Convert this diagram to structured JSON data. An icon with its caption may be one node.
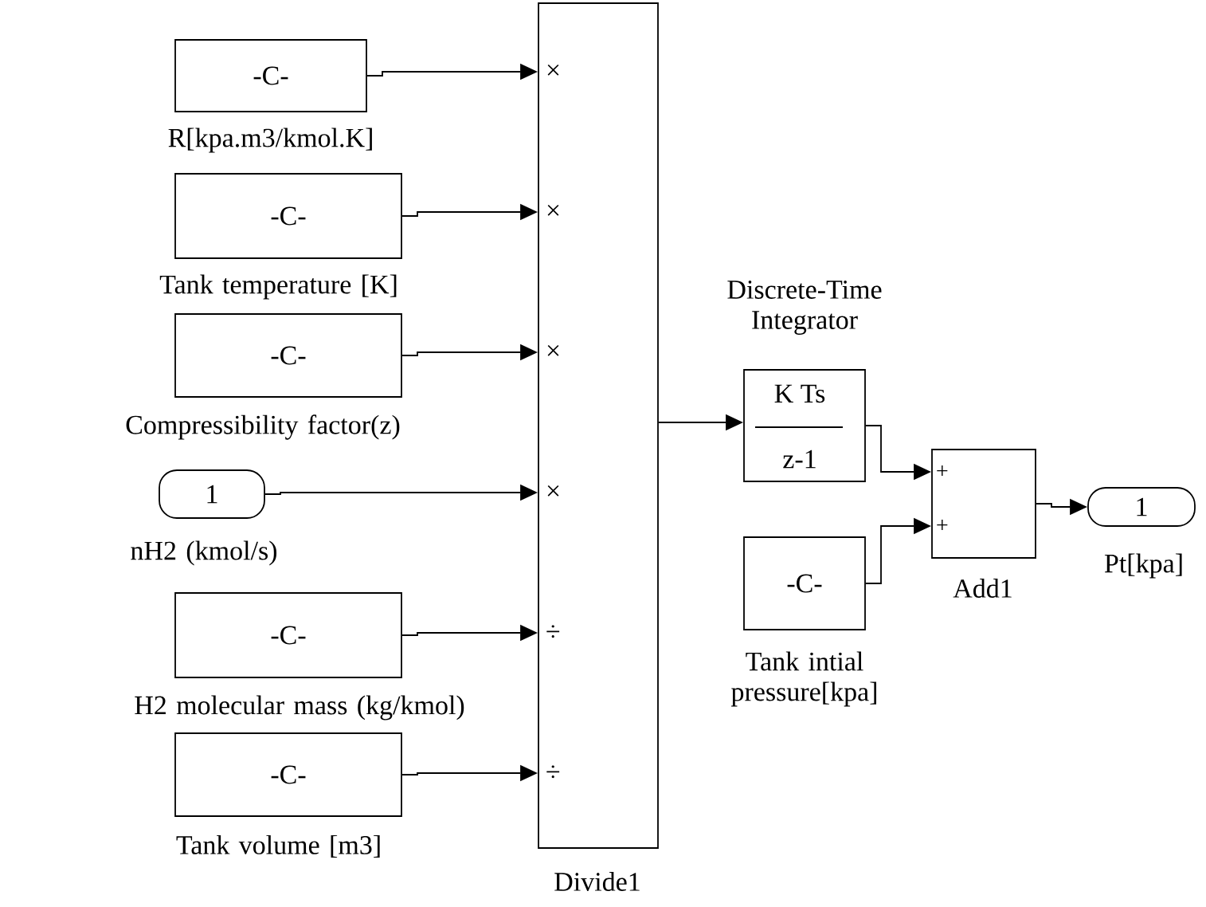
{
  "diagram": {
    "nodes": [
      {
        "text": [
          "-C-"
        ],
        "beside": [
          "R[kpa.m3/kmol.K]"
        ]
      },
      {
        "text": [
          "-C-"
        ],
        "beside": [
          "Tank temperature [K]"
        ]
      },
      {
        "text": [
          "-C-"
        ],
        "beside": [
          "Compressibility factor(z)"
        ]
      },
      {
        "text": [
          "1"
        ],
        "beside": [
          "nH2 (kmol/s)"
        ]
      },
      {
        "text": [
          "-C-"
        ],
        "beside": [
          "H2 molecular mass (kg/kmol)"
        ]
      },
      {
        "text": [
          "-C-"
        ],
        "beside": [
          "Tank volume [m3]"
        ]
      },
      {
        "text": [
          "×",
          "×",
          "×",
          "×",
          "÷",
          "÷"
        ],
        "beside": [
          "Divide1"
        ]
      },
      {
        "text": [
          "K Ts",
          "z-1"
        ],
        "beside": [
          "Discrete-Time Integrator"
        ]
      },
      {
        "text": [
          "-C-"
        ],
        "beside": [
          "Tank intial pressure[kpa]"
        ]
      },
      {
        "text": [
          "+",
          "+"
        ],
        "beside": [
          "Add1"
        ]
      },
      {
        "text": [
          "1"
        ],
        "beside": [
          "Pt[kpa]"
        ]
      }
    ],
    "edges": [
      {
        "from": 0,
        "to": 6,
        "arrow": "to"
      },
      {
        "from": 1,
        "to": 6,
        "arrow": "to"
      },
      {
        "from": 2,
        "to": 6,
        "arrow": "to"
      },
      {
        "from": 3,
        "to": 6,
        "arrow": "to"
      },
      {
        "from": 4,
        "to": 6,
        "arrow": "to"
      },
      {
        "from": 5,
        "to": 6,
        "arrow": "to"
      },
      {
        "from": 6,
        "to": 7,
        "arrow": "to"
      },
      {
        "from": 7,
        "to": 9,
        "arrow": "to"
      },
      {
        "from": 8,
        "to": 9,
        "arrow": "to"
      },
      {
        "from": 9,
        "to": 10,
        "arrow": "to"
      }
    ]
  }
}
